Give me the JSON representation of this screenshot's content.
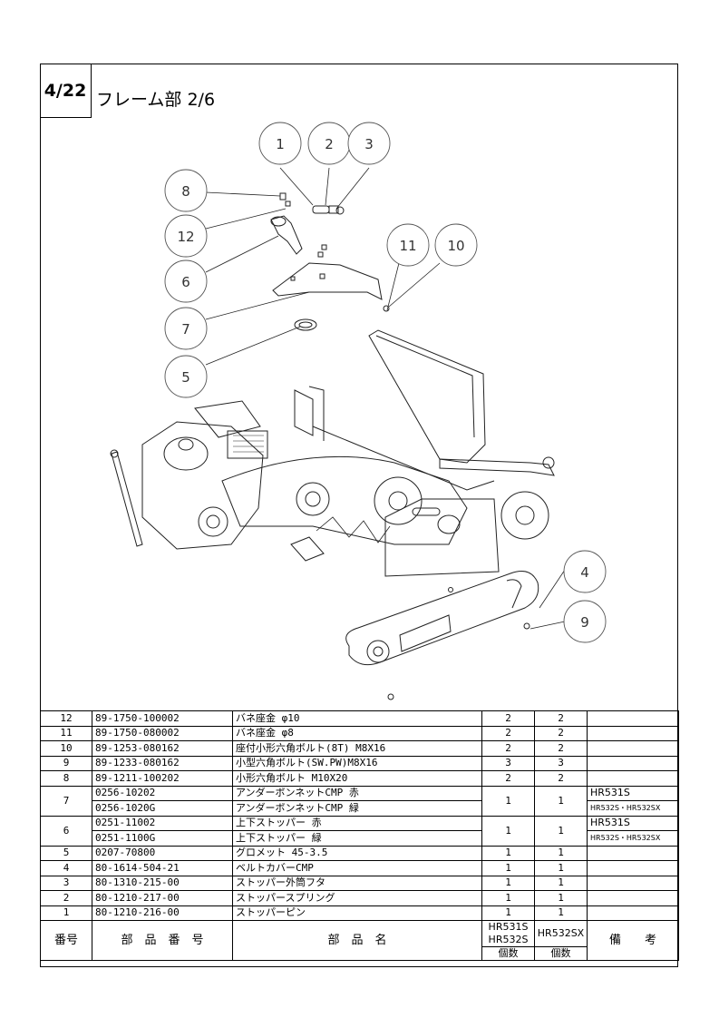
{
  "header": {
    "page": "4/22",
    "title": "フレーム部 2/6"
  },
  "callouts": [
    "1",
    "2",
    "3",
    "8",
    "12",
    "6",
    "7",
    "5",
    "11",
    "10",
    "4",
    "9"
  ],
  "parts": [
    {
      "no": "12",
      "codes": [
        "89-1750-100002"
      ],
      "names": [
        "バネ座金 φ10"
      ],
      "q1": "2",
      "q2": "2",
      "remarks": []
    },
    {
      "no": "11",
      "codes": [
        "89-1750-080002"
      ],
      "names": [
        "バネ座金 φ8"
      ],
      "q1": "2",
      "q2": "2",
      "remarks": []
    },
    {
      "no": "10",
      "codes": [
        "89-1253-080162"
      ],
      "names": [
        "座付小形六角ボルト(8T) M8X16"
      ],
      "q1": "2",
      "q2": "2",
      "remarks": []
    },
    {
      "no": "9",
      "codes": [
        "89-1233-080162"
      ],
      "names": [
        "小型六角ボルト(SW.PW)M8X16"
      ],
      "q1": "3",
      "q2": "3",
      "remarks": []
    },
    {
      "no": "8",
      "codes": [
        "89-1211-100202"
      ],
      "names": [
        "小形六角ボルト M10X20"
      ],
      "q1": "2",
      "q2": "2",
      "remarks": []
    },
    {
      "no": "7",
      "codes": [
        "0256-10202",
        "0256-1020G"
      ],
      "names": [
        "アンダーボンネットCMP 赤",
        "アンダーボンネットCMP 緑"
      ],
      "q1": "1",
      "q2": "1",
      "remarks": [
        "HR531S",
        "HR532S・HR532SX"
      ]
    },
    {
      "no": "6",
      "codes": [
        "0251-11002",
        "0251-1100G"
      ],
      "names": [
        "上下ストッパー 赤",
        "上下ストッパー 緑"
      ],
      "q1": "1",
      "q2": "1",
      "remarks": [
        "HR531S",
        "HR532S・HR532SX"
      ]
    },
    {
      "no": "5",
      "codes": [
        "0207-70800"
      ],
      "names": [
        "グロメット 45-3.5"
      ],
      "q1": "1",
      "q2": "1",
      "remarks": []
    },
    {
      "no": "4",
      "codes": [
        "80-1614-504-21"
      ],
      "names": [
        "ベルトカバーCMP"
      ],
      "q1": "1",
      "q2": "1",
      "remarks": []
    },
    {
      "no": "3",
      "codes": [
        "80-1310-215-00"
      ],
      "names": [
        "ストッパー外筒フタ"
      ],
      "q1": "1",
      "q2": "1",
      "remarks": []
    },
    {
      "no": "2",
      "codes": [
        "80-1210-217-00"
      ],
      "names": [
        "ストッパースプリング"
      ],
      "q1": "1",
      "q2": "1",
      "remarks": []
    },
    {
      "no": "1",
      "codes": [
        "80-1210-216-00"
      ],
      "names": [
        "ストッパーピン"
      ],
      "q1": "1",
      "q2": "1",
      "remarks": []
    }
  ],
  "table_header": {
    "no": "番号",
    "code": "部　品　番　号",
    "name": "部　品　名",
    "model1a": "HR531S",
    "model1b": "HR532S",
    "model2": "HR532SX",
    "remarks": "備　　考",
    "qty1": "個数",
    "qty2": "個数"
  }
}
